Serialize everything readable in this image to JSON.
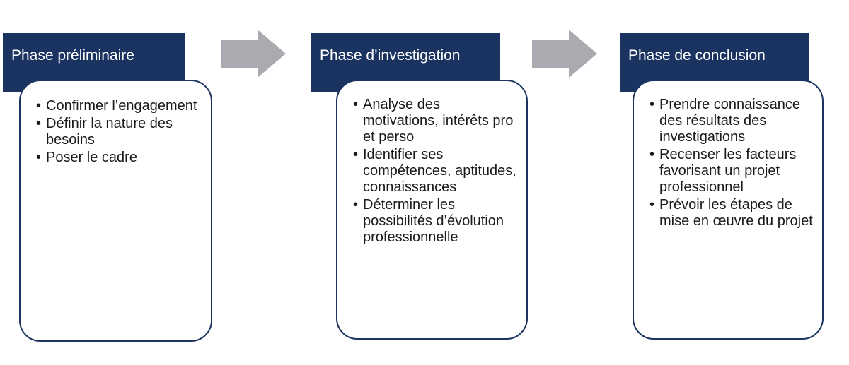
{
  "phases": [
    {
      "title": "Phase préliminaire",
      "items": [
        "Confirmer l’engagement",
        "Définir la nature des besoins",
        "Poser le cadre"
      ]
    },
    {
      "title": "Phase d’investigation",
      "items": [
        "Analyse des motivations, intérêts pro et perso",
        "Identifier ses compétences, aptitudes, connaissances",
        " Déterminer les possibilités d’évolution professionnelle"
      ]
    },
    {
      "title": "Phase de conclusion",
      "items": [
        "Prendre connaissance des résultats des investigations",
        "Recenser les facteurs favorisant un projet professionnel",
        " Prévoir les étapes de mise en œuvre du projet"
      ]
    }
  ],
  "colors": {
    "header_bg": "#1b3360",
    "arrow": "#a9abb0"
  }
}
